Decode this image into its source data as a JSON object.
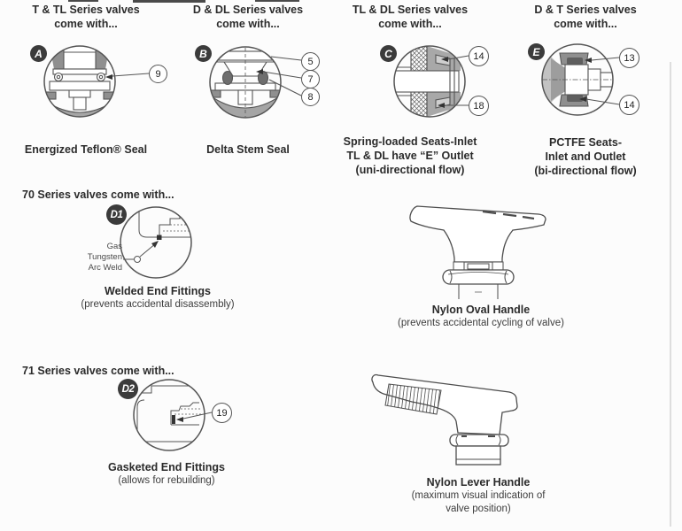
{
  "page": {
    "bg": "#fcfcfc",
    "ink": "#2b2b2b",
    "badge_bg": "#3b3b3b",
    "line_color": "#4d4d4d",
    "gray_light": "#c3c3c3",
    "gray_mid": "#9a9a9a",
    "gray_dark": "#6e6e6e"
  },
  "columns": [
    {
      "header1": "T & TL Series valves",
      "header2": "come with...",
      "badge": "A",
      "callout1": "9",
      "cap1": "Energized Teflon® Seal",
      "cap2": "",
      "cap3": "",
      "diagram": "energized-teflon-seal-section"
    },
    {
      "header1": "D & DL Series valves",
      "header2": "come with...",
      "badge": "B",
      "callout1": "5",
      "callout2": "7",
      "callout3": "8",
      "cap1": "Delta Stem Seal",
      "cap2": "",
      "cap3": "",
      "diagram": "delta-stem-seal-section"
    },
    {
      "header1": "TL & DL Series valves",
      "header2": "come with...",
      "badge": "C",
      "callout1": "14",
      "callout2": "18",
      "cap1": "Spring-loaded Seats-Inlet",
      "cap2": "TL & DL have “E” Outlet",
      "cap3": "(uni-directional flow)",
      "diagram": "spring-loaded-seats-section"
    },
    {
      "header1": "D & T Series valves",
      "header2": "come with...",
      "badge": "E",
      "callout1": "13",
      "callout2": "14",
      "cap1": "PCTFE Seats-",
      "cap2": "Inlet and Outlet",
      "cap3": "(bi-directional flow)",
      "diagram": "pctfe-seats-section"
    }
  ],
  "series70": {
    "heading": "70 Series valves come with...",
    "badge": "D1",
    "weld1": "Gas",
    "weld2": "Tungsten",
    "weld3": "Arc Weld",
    "cap": "Welded End Fittings",
    "sub": "(prevents accidental disassembly)"
  },
  "oval_handle": {
    "cap": "Nylon Oval Handle",
    "sub": "(prevents accidental cycling of valve)"
  },
  "series71": {
    "heading": "71 Series valves come with...",
    "badge": "D2",
    "callout": "19",
    "cap": "Gasketed End Fittings",
    "sub": "(allows for rebuilding)"
  },
  "lever_handle": {
    "cap": "Nylon Lever Handle",
    "sub1": "(maximum visual indication of",
    "sub2": "valve position)"
  }
}
